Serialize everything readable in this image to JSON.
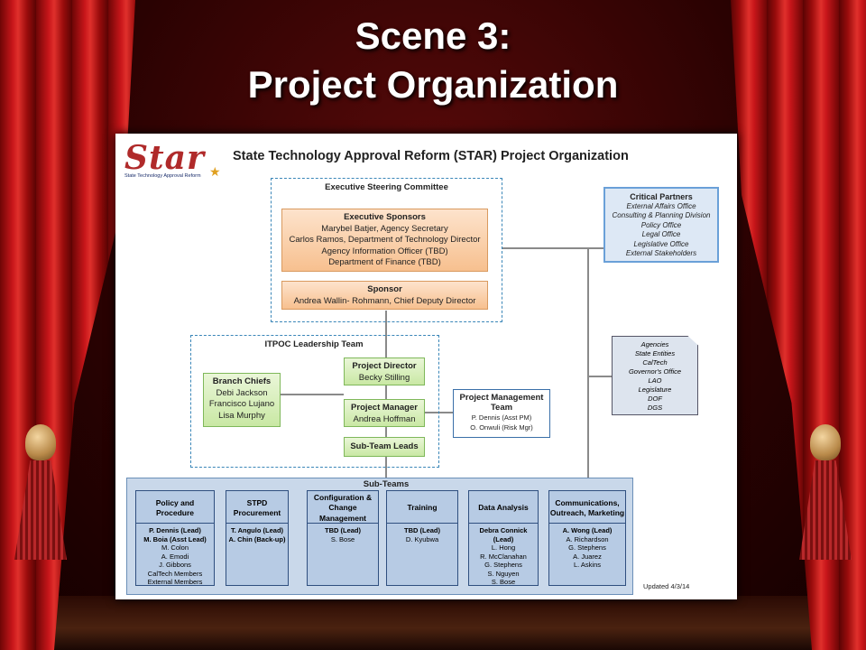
{
  "slide": {
    "title_line1": "Scene 3:",
    "title_line2": "Project Organization"
  },
  "logo": {
    "mark": "Star",
    "tagline": "State Technology Approval Reform"
  },
  "chart": {
    "title": "State Technology Approval Reform (STAR) Project Organization"
  },
  "exec_committee": {
    "label": "Executive Steering Committee",
    "sponsors": {
      "heading": "Executive Sponsors",
      "lines": [
        "Marybel Batjer, Agency Secretary",
        "Carlos Ramos, Department of Technology Director",
        "Agency Information Officer (TBD)",
        "Department of Finance (TBD)"
      ]
    },
    "sponsor": {
      "heading": "Sponsor",
      "line": "Andrea Wallin- Rohmann, Chief Deputy Director"
    }
  },
  "critical_partners": {
    "heading": "Critical Partners",
    "items": [
      "External Affairs Office",
      "Consulting & Planning Division",
      "Policy Office",
      "Legal Office",
      "Legislative Office",
      "External Stakeholders"
    ]
  },
  "stakeholders_doc": {
    "items": [
      "Agencies",
      "State Entities",
      "CalTech",
      "Governor's Office",
      "LAO",
      "Legislature",
      "DOF",
      "DGS"
    ]
  },
  "itpoc": {
    "label": "ITPOC Leadership Team",
    "branch_chiefs": {
      "heading": "Branch Chiefs",
      "names": [
        "Debi Jackson",
        "Francisco Lujano",
        "Lisa Murphy"
      ]
    },
    "project_director": {
      "heading": "Project Director",
      "name": "Becky Stilling"
    },
    "project_manager": {
      "heading": "Project Manager",
      "name": "Andrea Hoffman"
    },
    "sub_team_leads": {
      "heading": "Sub-Team Leads"
    }
  },
  "pm_team": {
    "heading_line1": "Project Management",
    "heading_line2": "Team",
    "members": [
      "P. Dennis (Asst PM)",
      "O. Onwuli (Risk Mgr)"
    ]
  },
  "sub_teams": {
    "label": "Sub-Teams",
    "columns": [
      {
        "title": "Policy and Procedure",
        "leads": [
          "P. Dennis (Lead)",
          "M. Boia (Asst Lead)"
        ],
        "members": [
          "M. Colon",
          "A. Emodi",
          "J. Gibbons",
          "CalTech Members",
          "External Members"
        ]
      },
      {
        "title": "STPD Procurement",
        "leads": [
          "T. Angulo (Lead)",
          "A. Chin (Back-up)"
        ],
        "members": []
      },
      {
        "title": "Configuration & Change Management",
        "leads": [
          "TBD (Lead)"
        ],
        "members": [
          "S. Bose"
        ]
      },
      {
        "title": "Training",
        "leads": [
          "TBD (Lead)"
        ],
        "members": [
          "D. Kyubwa"
        ]
      },
      {
        "title": "Data Analysis",
        "leads": [
          "Debra Connick (Lead)"
        ],
        "members": [
          "L. Hong",
          "R. McClanahan",
          "G. Stephens",
          "S. Nguyen",
          "S. Bose"
        ]
      },
      {
        "title": "Communications, Outreach, Marketing",
        "leads": [
          "A. Wong (Lead)"
        ],
        "members": [
          "A. Richardson",
          "G. Stephens",
          "A. Juarez",
          "L. Askins"
        ]
      }
    ]
  },
  "updated": "Updated 4/3/14",
  "colors": {
    "curtain": "#c8161a",
    "accent_blue": "#3a86b8",
    "orange_box": "#f7c08f",
    "green_box": "#c9e8a4",
    "subteam_box": "#b7cbe4"
  }
}
